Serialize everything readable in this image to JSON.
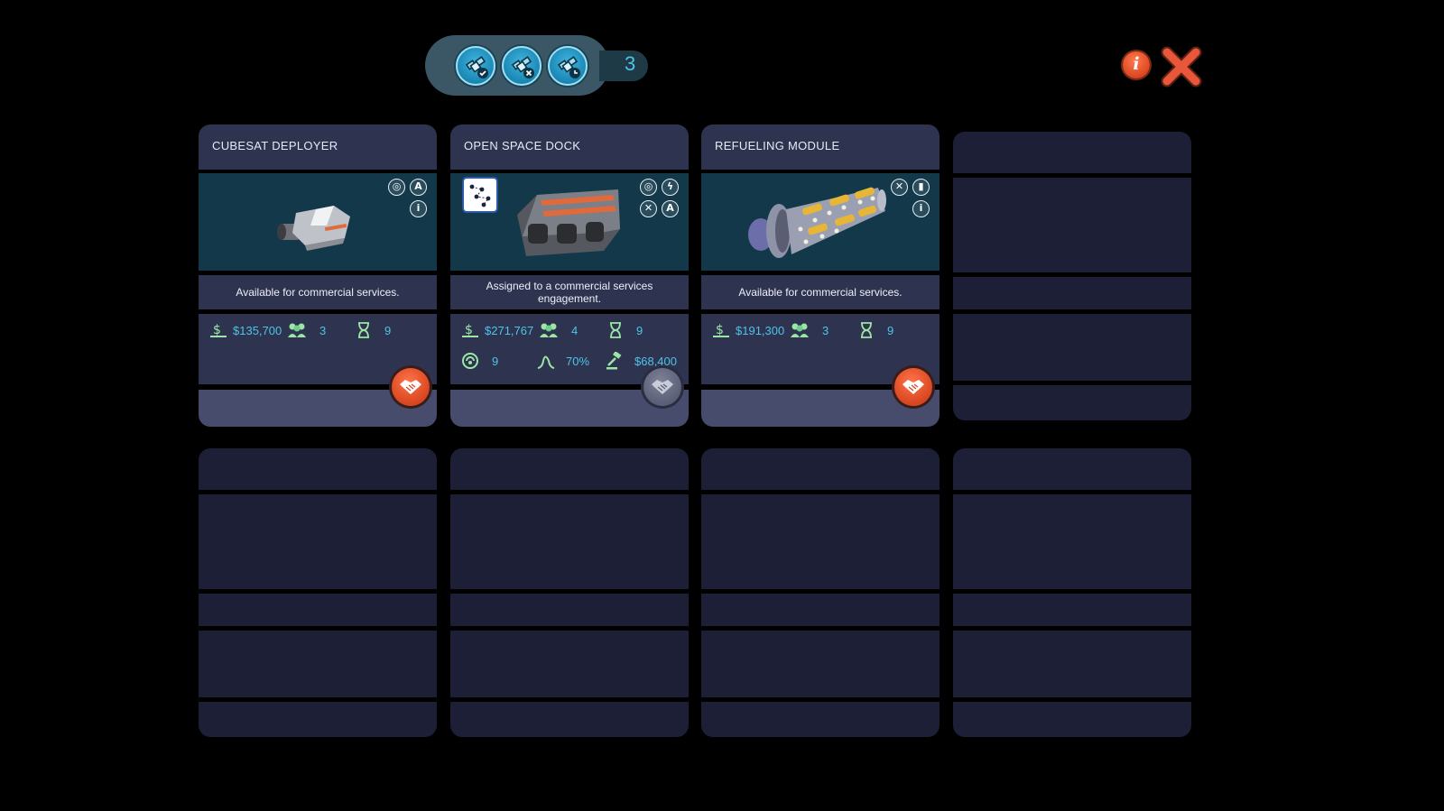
{
  "filters": {
    "buttons": [
      {
        "name": "available-filter",
        "icon": "satellite-check-icon"
      },
      {
        "name": "unavailable-filter",
        "icon": "satellite-x-icon"
      },
      {
        "name": "all-filter",
        "icon": "satellite-clock-icon"
      }
    ],
    "count": "3"
  },
  "header": {
    "info_label": "i"
  },
  "colors": {
    "accent": "#4fc3e6",
    "action": "#e0522a",
    "panel": "#2e3350",
    "placeholder": "#1c1f36"
  },
  "cards": [
    {
      "title": "CUBESAT DEPLOYER",
      "status": "Available for commercial services.",
      "price": "$135,700",
      "crew": "3",
      "time": "9",
      "deal_enabled": true
    },
    {
      "title": "OPEN SPACE DOCK",
      "status": "Assigned to a commercial services engagement.",
      "price": "$271,767",
      "crew": "4",
      "time": "9",
      "cycles": "9",
      "efficiency": "70%",
      "revenue": "$68,400",
      "deal_enabled": false
    },
    {
      "title": "REFUELING MODULE",
      "status": "Available for commercial services.",
      "price": "$191,300",
      "crew": "3",
      "time": "9",
      "deal_enabled": true
    }
  ]
}
